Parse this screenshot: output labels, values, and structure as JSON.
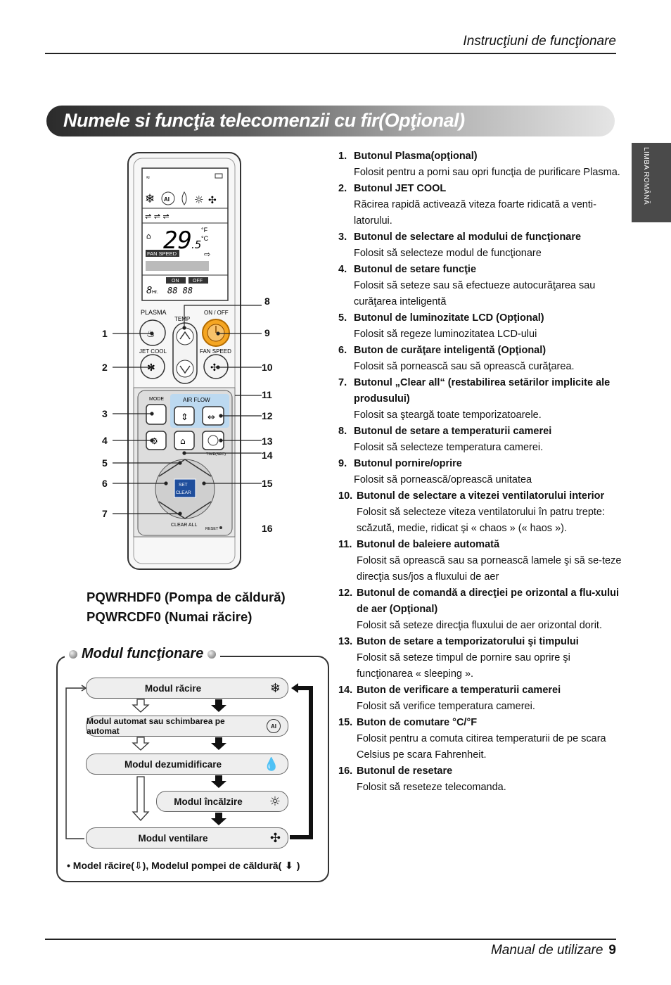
{
  "header": {
    "section": "Instrucţiuni de funcţionare"
  },
  "title": "Numele si funcţia telecomenzii cu fir(Opţional)",
  "side_tab": "LIMBA ROMÂNĂ",
  "remote": {
    "temp_display": "29",
    "temp_decimal": ".5",
    "unit_f": "°F",
    "unit_c": "°C",
    "fan_speed": "FAN SPEED",
    "on": "ON",
    "off": "OFF",
    "hr": "Hr.",
    "hr_digit": "8",
    "plasma": "PLASMA",
    "temp": "TEMP",
    "on_off": "ON / OFF",
    "jet_cool": "JET COOL",
    "fan_speed_btn": "FAN SPEED",
    "mode": "MODE",
    "air_flow": "AIR FLOW",
    "time_sec": "TIME(SEC)",
    "set": "SET",
    "clear": "CLEAR",
    "clear_all": "CLEAR ALL",
    "reset": "RESET"
  },
  "callouts": [
    "1",
    "2",
    "3",
    "4",
    "5",
    "6",
    "7",
    "8",
    "9",
    "10",
    "11",
    "12",
    "13",
    "14",
    "15",
    "16"
  ],
  "models": [
    "PQWRHDF0 (Pompa de căldură)",
    "PQWRCDF0 (Numai răcire)"
  ],
  "modes": {
    "title": "Modul funcţionare",
    "items": [
      "Modul răcire",
      "Modul automat sau schimbarea pe automat",
      "Modul dezumidificare",
      "Modul încălzire",
      "Modul ventilare"
    ],
    "legend_a": "• Model răcire(",
    "legend_b": "), Modelul pompei de căldură(",
    "legend_c": ")"
  },
  "items": [
    {
      "n": "1.",
      "t": "Butonul Plasma(opţional)",
      "d": "Folosit pentru a porni sau opri funcţia de purificare Plasma."
    },
    {
      "n": "2.",
      "t": "Butonul JET COOL",
      "d": "Răcirea rapidă activează viteza foarte ridicată a venti-latorului."
    },
    {
      "n": "3.",
      "t": "Butonul de selectare al modului de funcţionare",
      "d": "Folosit să selecteze modul de funcţionare"
    },
    {
      "n": "4.",
      "t": "Butonul de setare funcţie",
      "d": "Folosit să seteze sau să efectueze autocurăţarea sau curăţarea inteligentă"
    },
    {
      "n": "5.",
      "t": "Butonul de luminozitate LCD (Opţional)",
      "d": "Folosit să regeze luminozitatea LCD-ului"
    },
    {
      "n": "6.",
      "t": "Buton de curăţare inteligentă (Opţional)",
      "d": "Folosit să pornească sau să oprească curăţarea."
    },
    {
      "n": "7.",
      "t": "Butonul „Clear all“ (restabilirea setărilor implicite ale produsului)",
      "d": "Folosit sa şteargă toate temporizatoarele."
    },
    {
      "n": "8.",
      "t": "Butonul de setare a temperaturii camerei",
      "d": "Folosit să selecteze temperatura camerei."
    },
    {
      "n": "9.",
      "t": "Butonul pornire/oprire",
      "d": "Folosit să pornească/oprească unitatea"
    },
    {
      "n": "10.",
      "t": "Butonul de selectare a vitezei ventilatorului interior",
      "d": "Folosit să selecteze viteza ventilatorului în patru trepte: scăzută, medie, ridicat şi « chaos » (« haos »)."
    },
    {
      "n": "11.",
      "t": "Butonul de baleiere automată",
      "d": "Folosit să oprească sau sa pornească lamele şi să se-teze direcţia sus/jos a fluxului de aer"
    },
    {
      "n": "12.",
      "t": "Butonul de comandă a direcţiei pe orizontal a flu-xului de aer (Opţional)",
      "d": "Folosit să seteze direcţia fluxului de aer orizontal dorit."
    },
    {
      "n": "13.",
      "t": "Buton de setare a temporizatorului şi timpului",
      "d": "Folosit să seteze timpul de pornire sau oprire şi funcţionarea « sleeping »."
    },
    {
      "n": "14.",
      "t": "Buton de verificare a temperaturii camerei",
      "d": "Folosit să verifice temperatura camerei."
    },
    {
      "n": "15.",
      "t": "Buton de comutare °C/°F",
      "d": "Folosit pentru a comuta citirea temperaturii de pe scara Celsius pe scara Fahrenheit."
    },
    {
      "n": "16.",
      "t": "Butonul de resetare",
      "d": "Folosit să reseteze telecomanda."
    }
  ],
  "footer": {
    "text": "Manual de utilizare",
    "page": "9"
  }
}
